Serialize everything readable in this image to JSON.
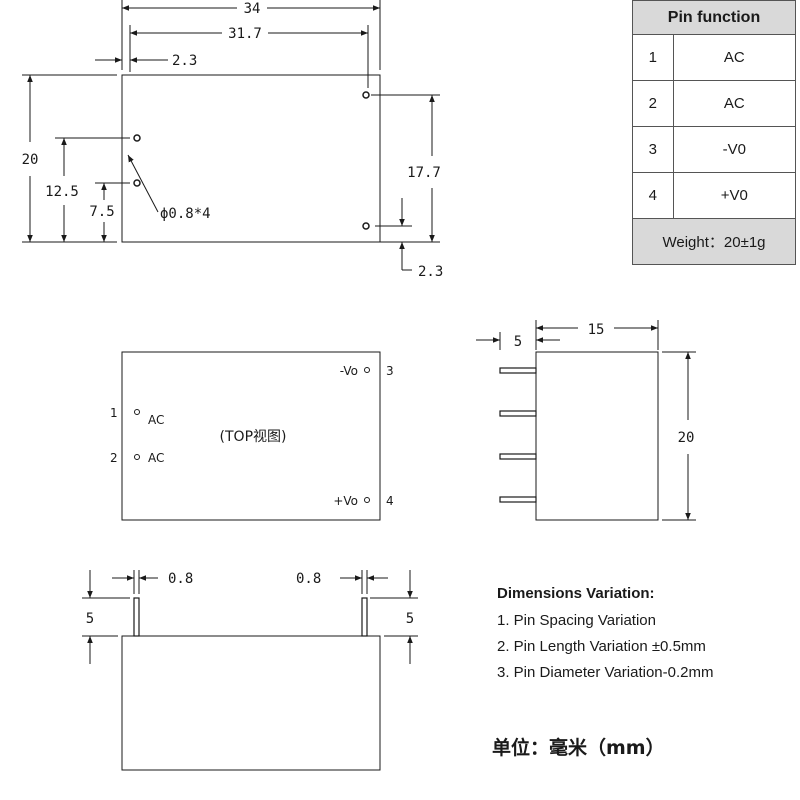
{
  "pin_table": {
    "header": "Pin function",
    "rows": [
      {
        "pin": "1",
        "function": "AC"
      },
      {
        "pin": "2",
        "function": "AC"
      },
      {
        "pin": "3",
        "function": "-V0"
      },
      {
        "pin": "4",
        "function": "+V0"
      }
    ],
    "weight": "Weight：20±1g"
  },
  "bottom_view": {
    "dim_width_total": "34",
    "dim_pin_span": "31.7",
    "dim_left_offset": "2.3",
    "dim_height": "20",
    "dim_pin1_height": "12.5",
    "dim_pin2_height": "7.5",
    "dim_right_pin_span": "17.7",
    "dim_right_offset": "2.3",
    "pin_diameter": "ϕ0.8*4"
  },
  "top_view": {
    "caption": "(TOP视图)",
    "pins": [
      {
        "number": "1",
        "label": "AC"
      },
      {
        "number": "2",
        "label": "AC"
      },
      {
        "number": "3",
        "label": "-Vo"
      },
      {
        "number": "4",
        "label": "+Vo"
      }
    ]
  },
  "side_view": {
    "dim_pin_length": "5",
    "dim_depth": "15",
    "dim_height": "20"
  },
  "front_view": {
    "dim_left_pin_width": "0.8",
    "dim_right_pin_width": "0.8",
    "dim_left_pin_length": "5",
    "dim_right_pin_length": "5"
  },
  "notes": {
    "title": "Dimensions Variation:",
    "lines": [
      "1.  Pin Spacing Variation",
      "2.  Pin Length Variation  ±0.5mm",
      "3.  Pin Diameter Variation-0.2mm"
    ]
  },
  "unit": "单位：毫米（mm）"
}
